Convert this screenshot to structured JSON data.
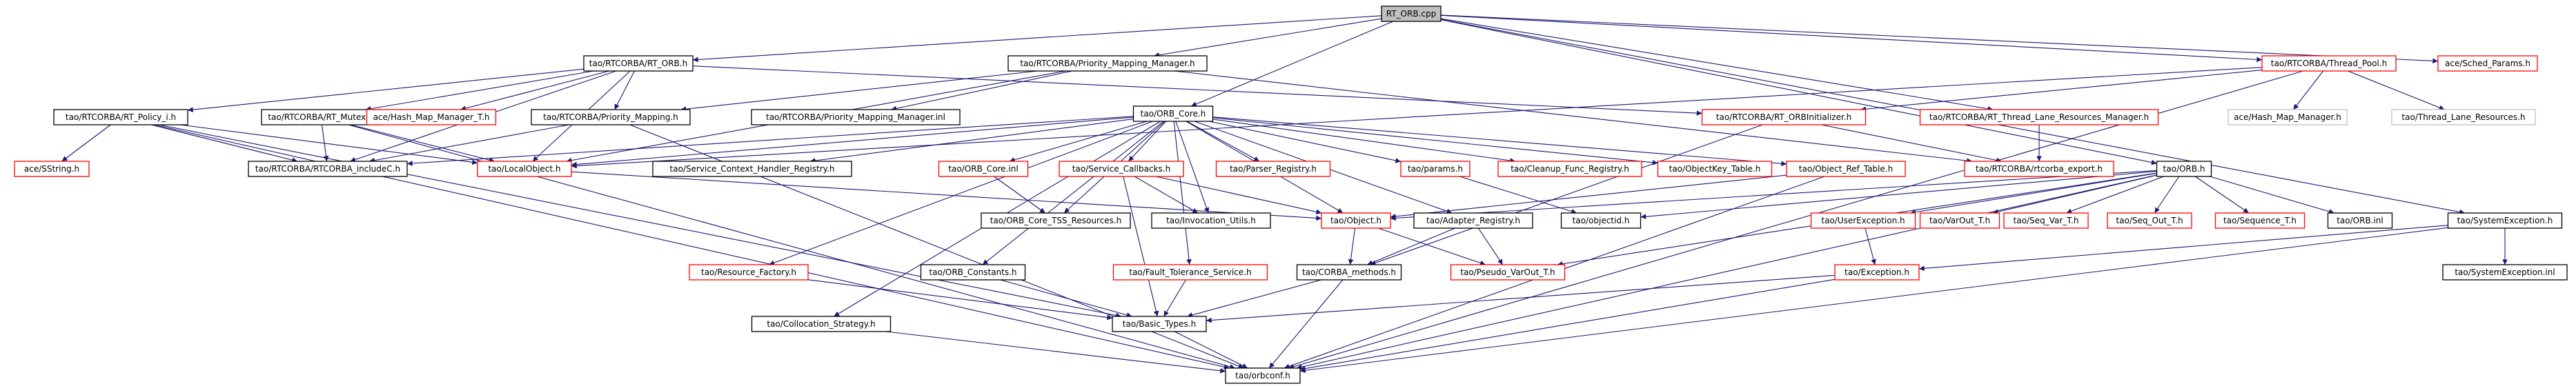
{
  "colors": {
    "edge": "#191970",
    "node_border_normal": "#000000",
    "node_border_red": "#ff0000",
    "node_border_grey": "#bfbfbf",
    "root_fill": "#bfbfbf"
  },
  "nodes": [
    {
      "id": "rt_orb_cpp",
      "label": "RT_ORB.cpp",
      "style": "root"
    },
    {
      "id": "rt_orb_h",
      "label": "tao/RTCORBA/RT_ORB.h",
      "style": "normal"
    },
    {
      "id": "pmm_h",
      "label": "tao/RTCORBA/Priority_Mapping_Manager.h",
      "style": "normal"
    },
    {
      "id": "thread_pool_h",
      "label": "tao/RTCORBA/Thread_Pool.h",
      "style": "red"
    },
    {
      "id": "sched_params_h",
      "label": "ace/Sched_Params.h",
      "style": "red"
    },
    {
      "id": "rt_policy_i_h",
      "label": "tao/RTCORBA/RT_Policy_i.h",
      "style": "normal"
    },
    {
      "id": "rt_mutex_h",
      "label": "tao/RTCORBA/RT_Mutex.h",
      "style": "normal"
    },
    {
      "id": "hash_map_manager_t_h",
      "label": "ace/Hash_Map_Manager_T.h",
      "style": "red"
    },
    {
      "id": "priority_mapping_h",
      "label": "tao/RTCORBA/Priority_Mapping.h",
      "style": "normal"
    },
    {
      "id": "pmm_inl",
      "label": "tao/RTCORBA/Priority_Mapping_Manager.inl",
      "style": "normal"
    },
    {
      "id": "orb_core_h",
      "label": "tao/ORB_Core.h",
      "style": "normal"
    },
    {
      "id": "rt_orbinitializer_h",
      "label": "tao/RTCORBA/RT_ORBInitializer.h",
      "style": "red"
    },
    {
      "id": "rt_tlrm_h",
      "label": "tao/RTCORBA/RT_Thread_Lane_Resources_Manager.h",
      "style": "red"
    },
    {
      "id": "hash_map_manager_h",
      "label": "ace/Hash_Map_Manager.h",
      "style": "grey"
    },
    {
      "id": "thread_lane_resources_h",
      "label": "tao/Thread_Lane_Resources.h",
      "style": "grey"
    },
    {
      "id": "sstring_h",
      "label": "ace/SString.h",
      "style": "red"
    },
    {
      "id": "rtcorba_includec_h",
      "label": "tao/RTCORBA/RTCORBA_includeC.h",
      "style": "normal"
    },
    {
      "id": "local_object_h",
      "label": "tao/LocalObject.h",
      "style": "red"
    },
    {
      "id": "schr_h",
      "label": "tao/Service_Context_Handler_Registry.h",
      "style": "normal"
    },
    {
      "id": "orb_core_inl",
      "label": "tao/ORB_Core.inl",
      "style": "red"
    },
    {
      "id": "service_callbacks_h",
      "label": "tao/Service_Callbacks.h",
      "style": "red"
    },
    {
      "id": "parser_registry_h",
      "label": "tao/Parser_Registry.h",
      "style": "red"
    },
    {
      "id": "params_h",
      "label": "tao/params.h",
      "style": "red"
    },
    {
      "id": "cleanup_func_registry_h",
      "label": "tao/Cleanup_Func_Registry.h",
      "style": "red"
    },
    {
      "id": "objectkey_table_h",
      "label": "tao/ObjectKey_Table.h",
      "style": "red"
    },
    {
      "id": "object_ref_table_h",
      "label": "tao/Object_Ref_Table.h",
      "style": "red"
    },
    {
      "id": "rtcorba_export_h",
      "label": "tao/RTCORBA/rtcorba_export.h",
      "style": "red"
    },
    {
      "id": "orb_h",
      "label": "tao/ORB.h",
      "style": "normal"
    },
    {
      "id": "orb_core_tss_resources_h",
      "label": "tao/ORB_Core_TSS_Resources.h",
      "style": "normal"
    },
    {
      "id": "invocation_utils_h",
      "label": "tao/Invocation_Utils.h",
      "style": "normal"
    },
    {
      "id": "object_h",
      "label": "tao/Object.h",
      "style": "red"
    },
    {
      "id": "adapter_registry_h",
      "label": "tao/Adapter_Registry.h",
      "style": "normal"
    },
    {
      "id": "objectid_h",
      "label": "tao/objectid.h",
      "style": "normal"
    },
    {
      "id": "userexception_h",
      "label": "tao/UserException.h",
      "style": "red"
    },
    {
      "id": "varout_t_h",
      "label": "tao/VarOut_T.h",
      "style": "red"
    },
    {
      "id": "seq_var_t_h",
      "label": "tao/Seq_Var_T.h",
      "style": "red"
    },
    {
      "id": "seq_out_t_h",
      "label": "tao/Seq_Out_T.h",
      "style": "red"
    },
    {
      "id": "sequence_t_h",
      "label": "tao/Sequence_T.h",
      "style": "red"
    },
    {
      "id": "orb_inl",
      "label": "tao/ORB.inl",
      "style": "normal"
    },
    {
      "id": "systemexception_h",
      "label": "tao/SystemException.h",
      "style": "normal"
    },
    {
      "id": "resource_factory_h",
      "label": "tao/Resource_Factory.h",
      "style": "red"
    },
    {
      "id": "orb_constants_h",
      "label": "tao/ORB_Constants.h",
      "style": "normal"
    },
    {
      "id": "fault_tolerance_service_h",
      "label": "tao/Fault_Tolerance_Service.h",
      "style": "red"
    },
    {
      "id": "corba_methods_h",
      "label": "tao/CORBA_methods.h",
      "style": "normal"
    },
    {
      "id": "pseudo_varout_t_h",
      "label": "tao/Pseudo_VarOut_T.h",
      "style": "red"
    },
    {
      "id": "exception_h",
      "label": "tao/Exception.h",
      "style": "red"
    },
    {
      "id": "systemexception_inl",
      "label": "tao/SystemException.inl",
      "style": "normal"
    },
    {
      "id": "collocation_strategy_h",
      "label": "tao/Collocation_Strategy.h",
      "style": "normal"
    },
    {
      "id": "basic_types_h",
      "label": "tao/Basic_Types.h",
      "style": "normal"
    },
    {
      "id": "orbconf_h",
      "label": "tao/orbconf.h",
      "style": "normal"
    }
  ],
  "edges": [
    [
      "rt_orb_cpp",
      "rt_orb_h"
    ],
    [
      "rt_orb_cpp",
      "pmm_h"
    ],
    [
      "rt_orb_cpp",
      "thread_pool_h"
    ],
    [
      "rt_orb_cpp",
      "sched_params_h"
    ],
    [
      "rt_orb_cpp",
      "orb_core_h"
    ],
    [
      "rt_orb_cpp",
      "orb_h"
    ],
    [
      "rt_orb_cpp",
      "systemexception_h"
    ],
    [
      "rt_orb_cpp",
      "rt_tlrm_h"
    ],
    [
      "rt_orb_h",
      "rt_policy_i_h"
    ],
    [
      "rt_orb_h",
      "rt_mutex_h"
    ],
    [
      "rt_orb_h",
      "hash_map_manager_t_h"
    ],
    [
      "rt_orb_h",
      "priority_mapping_h"
    ],
    [
      "rt_orb_h",
      "local_object_h"
    ],
    [
      "rt_orb_h",
      "rtcorba_includec_h"
    ],
    [
      "rt_orb_h",
      "rt_orbinitializer_h"
    ],
    [
      "pmm_h",
      "priority_mapping_h"
    ],
    [
      "pmm_h",
      "pmm_inl"
    ],
    [
      "pmm_h",
      "local_object_h"
    ],
    [
      "pmm_h",
      "rtcorba_export_h"
    ],
    [
      "thread_pool_h",
      "rt_orbinitializer_h"
    ],
    [
      "thread_pool_h",
      "hash_map_manager_h"
    ],
    [
      "thread_pool_h",
      "thread_lane_resources_h"
    ],
    [
      "thread_pool_h",
      "orbconf_h"
    ],
    [
      "thread_pool_h",
      "local_object_h"
    ],
    [
      "rt_policy_i_h",
      "sstring_h"
    ],
    [
      "rt_policy_i_h",
      "rtcorba_includec_h"
    ],
    [
      "rt_policy_i_h",
      "local_object_h"
    ],
    [
      "rt_policy_i_h",
      "basic_types_h"
    ],
    [
      "rt_policy_i_h",
      "orbconf_h"
    ],
    [
      "rt_mutex_h",
      "rtcorba_includec_h"
    ],
    [
      "rt_mutex_h",
      "local_object_h"
    ],
    [
      "rt_mutex_h",
      "orbconf_h"
    ],
    [
      "priority_mapping_h",
      "rtcorba_includec_h"
    ],
    [
      "priority_mapping_h",
      "orbconf_h"
    ],
    [
      "orb_core_h",
      "rtcorba_includec_h"
    ],
    [
      "orb_core_h",
      "local_object_h"
    ],
    [
      "orb_core_h",
      "schr_h"
    ],
    [
      "orb_core_h",
      "orb_core_inl"
    ],
    [
      "orb_core_h",
      "service_callbacks_h"
    ],
    [
      "orb_core_h",
      "parser_registry_h"
    ],
    [
      "orb_core_h",
      "params_h"
    ],
    [
      "orb_core_h",
      "cleanup_func_registry_h"
    ],
    [
      "orb_core_h",
      "objectkey_table_h"
    ],
    [
      "orb_core_h",
      "object_ref_table_h"
    ],
    [
      "orb_core_h",
      "orb_core_tss_resources_h"
    ],
    [
      "orb_core_h",
      "invocation_utils_h"
    ],
    [
      "orb_core_h",
      "object_h"
    ],
    [
      "orb_core_h",
      "adapter_registry_h"
    ],
    [
      "orb_core_h",
      "resource_factory_h"
    ],
    [
      "orb_core_h",
      "orb_constants_h"
    ],
    [
      "orb_core_h",
      "fault_tolerance_service_h"
    ],
    [
      "orb_core_h",
      "collocation_strategy_h"
    ],
    [
      "rt_orbinitializer_h",
      "rtcorba_export_h"
    ],
    [
      "rt_orbinitializer_h",
      "corba_methods_h"
    ],
    [
      "rt_tlrm_h",
      "rtcorba_export_h"
    ],
    [
      "local_object_h",
      "object_h"
    ],
    [
      "orb_core_inl",
      "orb_core_tss_resources_h"
    ],
    [
      "service_callbacks_h",
      "object_h"
    ],
    [
      "service_callbacks_h",
      "invocation_utils_h"
    ],
    [
      "service_callbacks_h",
      "basic_types_h"
    ],
    [
      "params_h",
      "objectid_h"
    ],
    [
      "object_ref_table_h",
      "object_h"
    ],
    [
      "object_ref_table_h",
      "orbconf_h"
    ],
    [
      "object_h",
      "corba_methods_h"
    ],
    [
      "object_h",
      "pseudo_varout_t_h"
    ],
    [
      "adapter_registry_h",
      "corba_methods_h"
    ],
    [
      "adapter_registry_h",
      "pseudo_varout_t_h"
    ],
    [
      "orb_h",
      "objectid_h"
    ],
    [
      "orb_h",
      "userexception_h"
    ],
    [
      "orb_h",
      "varout_t_h"
    ],
    [
      "orb_h",
      "seq_var_t_h"
    ],
    [
      "orb_h",
      "seq_out_t_h"
    ],
    [
      "orb_h",
      "sequence_t_h"
    ],
    [
      "orb_h",
      "orb_inl"
    ],
    [
      "orb_h",
      "pseudo_varout_t_h"
    ],
    [
      "orb_h",
      "object_h"
    ],
    [
      "orb_h",
      "orbconf_h"
    ],
    [
      "userexception_h",
      "exception_h"
    ],
    [
      "systemexception_h",
      "exception_h"
    ],
    [
      "systemexception_h",
      "systemexception_inl"
    ],
    [
      "systemexception_h",
      "orbconf_h"
    ],
    [
      "resource_factory_h",
      "basic_types_h"
    ],
    [
      "orb_constants_h",
      "basic_types_h"
    ],
    [
      "fault_tolerance_service_h",
      "basic_types_h"
    ],
    [
      "corba_methods_h",
      "basic_types_h"
    ],
    [
      "corba_methods_h",
      "orbconf_h"
    ],
    [
      "exception_h",
      "basic_types_h"
    ],
    [
      "exception_h",
      "orbconf_h"
    ],
    [
      "collocation_strategy_h",
      "orbconf_h"
    ],
    [
      "basic_types_h",
      "orbconf_h"
    ]
  ]
}
